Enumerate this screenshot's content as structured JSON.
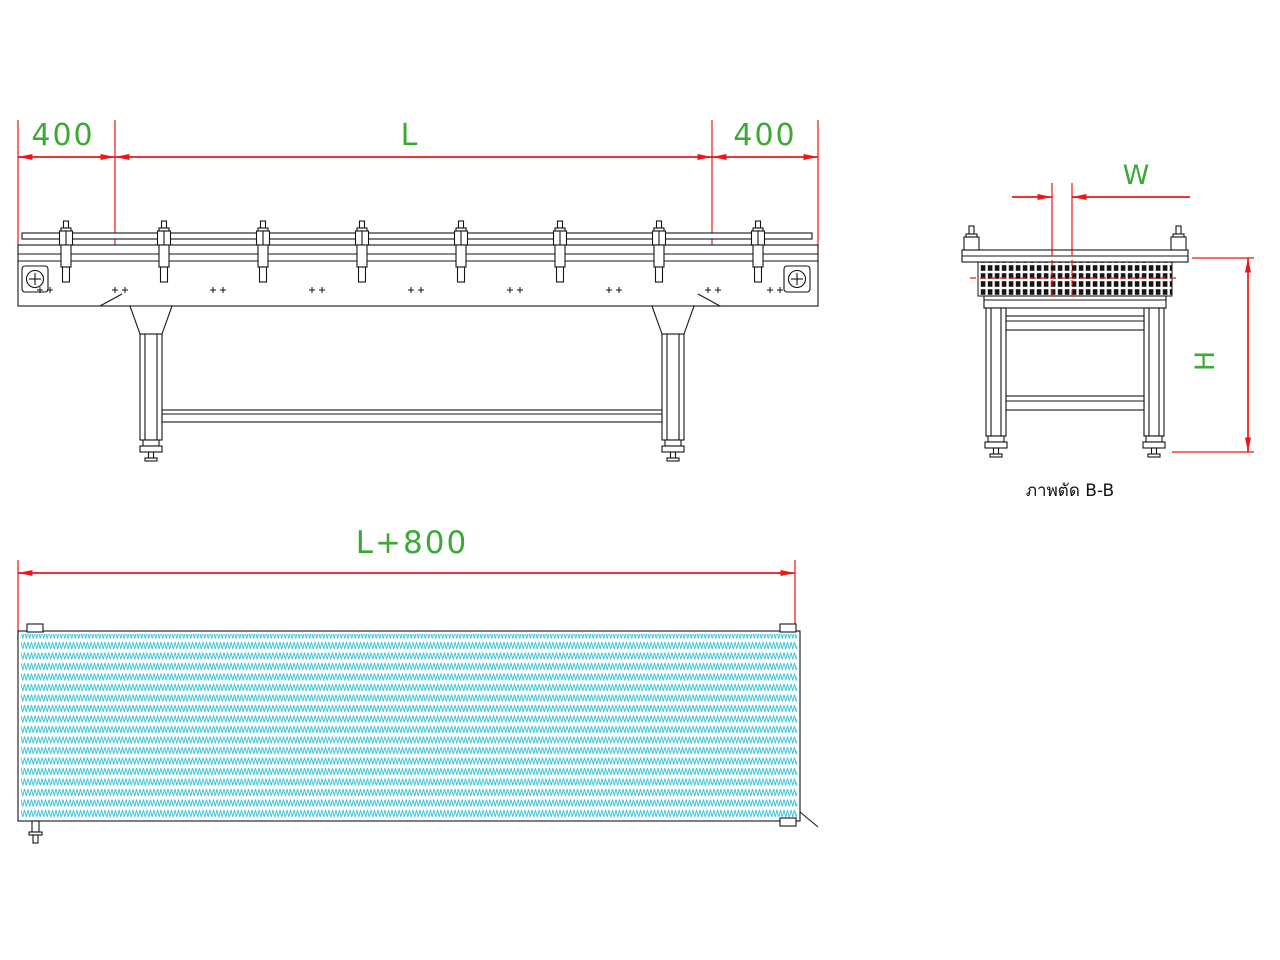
{
  "drawing": {
    "side_view": {
      "dim_left": "400",
      "dim_length": "L",
      "dim_right": "400"
    },
    "section_view": {
      "dim_width": "W",
      "dim_height": "H",
      "caption": "ภาพตัด B-B"
    },
    "plan_view": {
      "dim_total_length": "L+800"
    }
  },
  "colors": {
    "dimension_line": "#f01414",
    "dimension_text": "#3aaa35",
    "drawing_line": "#141414",
    "belt_hatch": "#45c6dc",
    "background": "#ffffff"
  }
}
